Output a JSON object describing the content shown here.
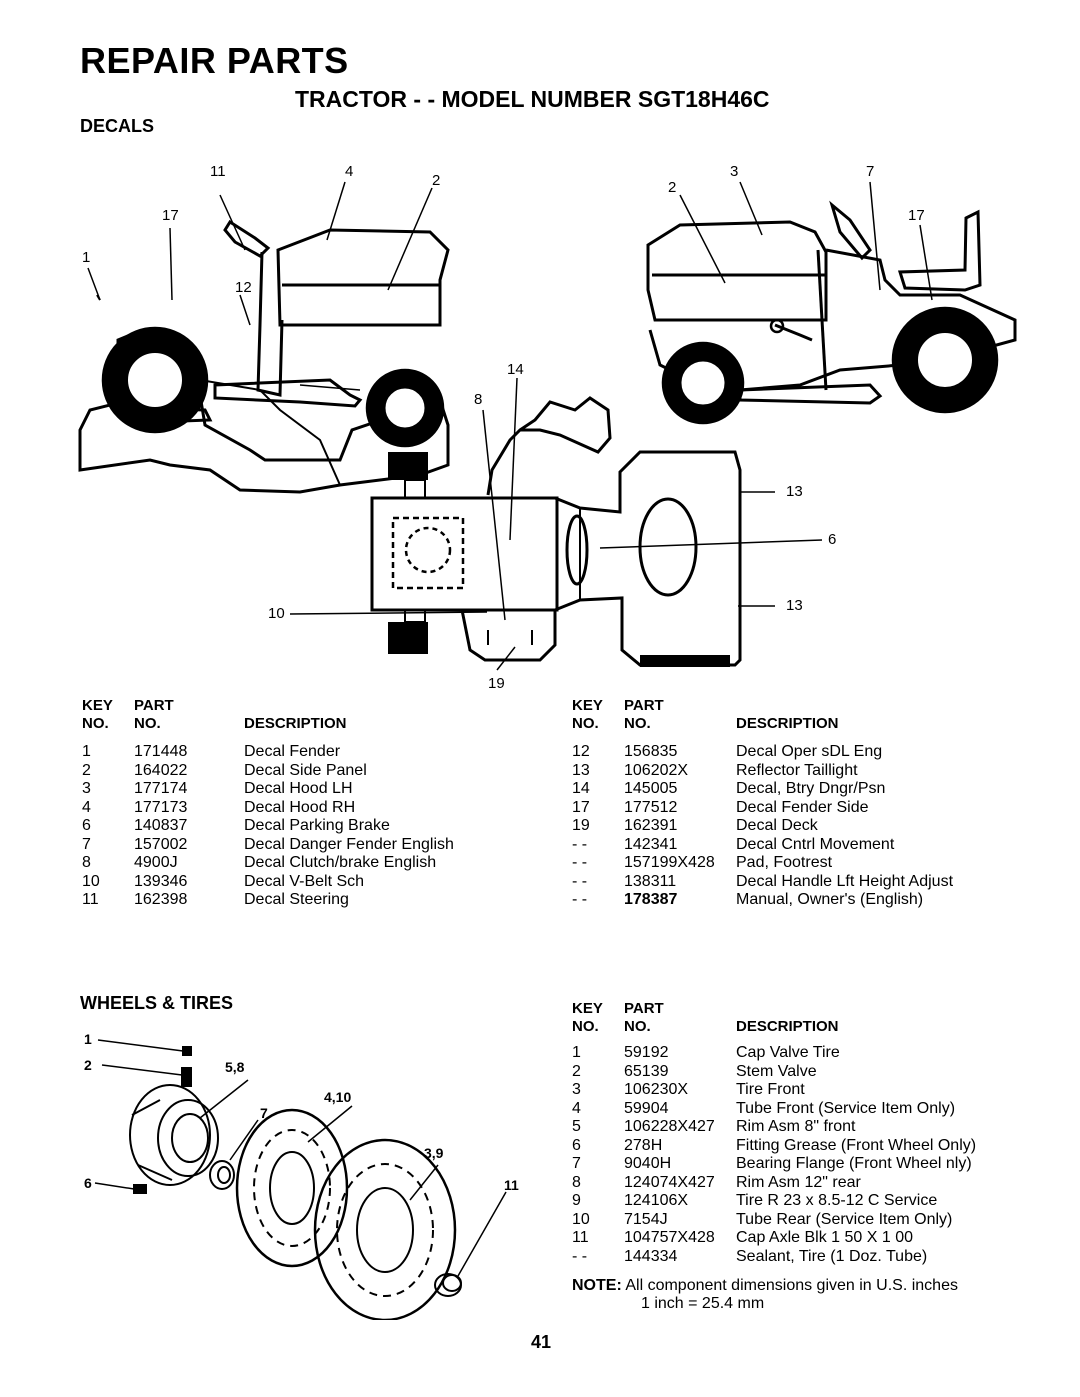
{
  "page": {
    "title": "REPAIR PARTS",
    "subtitle": "TRACTOR - - MODEL NUMBER SGT18H46C",
    "page_number": "41"
  },
  "decals": {
    "heading": "DECALS",
    "callouts": {
      "left_view": [
        "11",
        "4",
        "2",
        "17",
        "1",
        "12"
      ],
      "right_view": [
        "3",
        "7",
        "2",
        "17"
      ],
      "top_view": [
        "14",
        "8",
        "13",
        "6",
        "13",
        "10",
        "19"
      ]
    },
    "table_headers": {
      "key1": "KEY",
      "key2": "NO.",
      "part1": "PART",
      "part2": "NO.",
      "desc": "DESCRIPTION"
    },
    "left_rows": [
      {
        "key": "1",
        "part": "171448",
        "desc": "Decal Fender"
      },
      {
        "key": "2",
        "part": "164022",
        "desc": "Decal Side Panel"
      },
      {
        "key": "3",
        "part": "177174",
        "desc": "Decal Hood LH"
      },
      {
        "key": "4",
        "part": "177173",
        "desc": "Decal Hood RH"
      },
      {
        "key": "6",
        "part": "140837",
        "desc": "Decal Parking Brake"
      },
      {
        "key": "7",
        "part": "157002",
        "desc": "Decal Danger Fender English"
      },
      {
        "key": "8",
        "part": "4900J",
        "desc": "Decal Clutch/brake English"
      },
      {
        "key": "10",
        "part": "139346",
        "desc": "Decal V-Belt Sch"
      },
      {
        "key": "11",
        "part": "162398",
        "desc": "Decal Steering"
      }
    ],
    "right_rows": [
      {
        "key": "12",
        "part": "156835",
        "desc": "Decal Oper sDL Eng"
      },
      {
        "key": "13",
        "part": "106202X",
        "desc": "Reflector Taillight"
      },
      {
        "key": "14",
        "part": "145005",
        "desc": "Decal, Btry Dngr/Psn"
      },
      {
        "key": "17",
        "part": "177512",
        "desc": "Decal Fender Side"
      },
      {
        "key": "19",
        "part": "162391",
        "desc": "Decal Deck"
      },
      {
        "key": "- -",
        "part": "142341",
        "desc": "Decal Cntrl Movement"
      },
      {
        "key": "- -",
        "part": "157199X428",
        "desc": "Pad, Footrest"
      },
      {
        "key": "- -",
        "part": "138311",
        "desc": "Decal Handle Lft Height Adjust"
      },
      {
        "key": "- -",
        "part": "178387",
        "desc": "Manual, Owner's (English)"
      }
    ]
  },
  "wheels": {
    "heading": "WHEELS & TIRES",
    "callouts": [
      "1",
      "2",
      "5,8",
      "4,10",
      "7",
      "3,9",
      "6",
      "11"
    ],
    "table_headers": {
      "key1": "KEY",
      "key2": "NO.",
      "part1": "PART",
      "part2": "NO.",
      "desc": "DESCRIPTION"
    },
    "rows": [
      {
        "key": "1",
        "part": "59192",
        "desc": "Cap Valve Tire"
      },
      {
        "key": "2",
        "part": "65139",
        "desc": "Stem Valve"
      },
      {
        "key": "3",
        "part": "106230X",
        "desc": "Tire Front"
      },
      {
        "key": "4",
        "part": "59904",
        "desc": "Tube Front (Service Item Only)"
      },
      {
        "key": "5",
        "part": "106228X427",
        "desc": "Rim Asm 8\" front"
      },
      {
        "key": "6",
        "part": "278H",
        "desc": "Fitting Grease (Front Wheel Only)"
      },
      {
        "key": "7",
        "part": "9040H",
        "desc": "Bearing Flange (Front Wheel nly)"
      },
      {
        "key": "8",
        "part": "124074X427",
        "desc": "Rim Asm 12\" rear"
      },
      {
        "key": "9",
        "part": "124106X",
        "desc": "Tire R 23 x 8.5-12 C Service"
      },
      {
        "key": "10",
        "part": "7154J",
        "desc": "Tube Rear (Service Item Only)"
      },
      {
        "key": "11",
        "part": "104757X428",
        "desc": "Cap Axle Blk 1 50 X 1 00"
      },
      {
        "key": "- -",
        "part": "144334",
        "desc": "Sealant, Tire (1 Doz. Tube)"
      }
    ],
    "note_label": "NOTE:",
    "note_line1": "All component dimensions given in U.S. inches",
    "note_line2": "1 inch = 25.4 mm"
  }
}
